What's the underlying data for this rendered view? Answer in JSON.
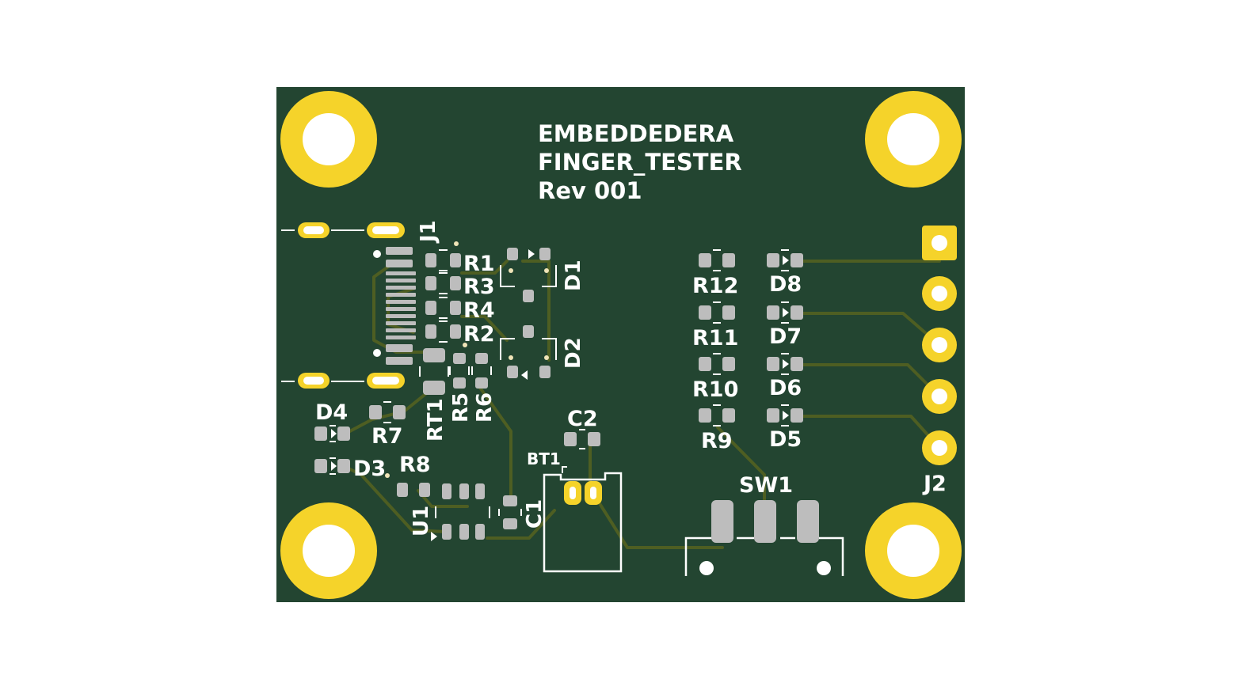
{
  "colors": {
    "background": "#ffffff",
    "board": "#234531",
    "trace": "#4e5e22",
    "copper": "#f5d32a",
    "pad": "#bdbdbd",
    "silk": "#ffffff",
    "dot": "#f0e4b8"
  },
  "board": {
    "title_lines": [
      "EMBEDDEDERA",
      "FINGER_TESTER",
      "Rev 001"
    ]
  },
  "components": {
    "J1": "J1",
    "J2": "J2",
    "R1": "R1",
    "R2": "R2",
    "R3": "R3",
    "R4": "R4",
    "R5": "R5",
    "R6": "R6",
    "R7": "R7",
    "R8": "R8",
    "R9": "R9",
    "R10": "R10",
    "R11": "R11",
    "R12": "R12",
    "D1": "D1",
    "D2": "D2",
    "D3": "D3",
    "D4": "D4",
    "D5": "D5",
    "D6": "D6",
    "D7": "D7",
    "D8": "D8",
    "RT1": "RT1",
    "U1": "U1",
    "C1": "C1",
    "C2": "C2",
    "BT1": "BT1",
    "SW1": "SW1"
  },
  "icons": {
    "mounting_hole": "mounting-hole-icon",
    "led_triangle": "led-polarity-icon"
  }
}
